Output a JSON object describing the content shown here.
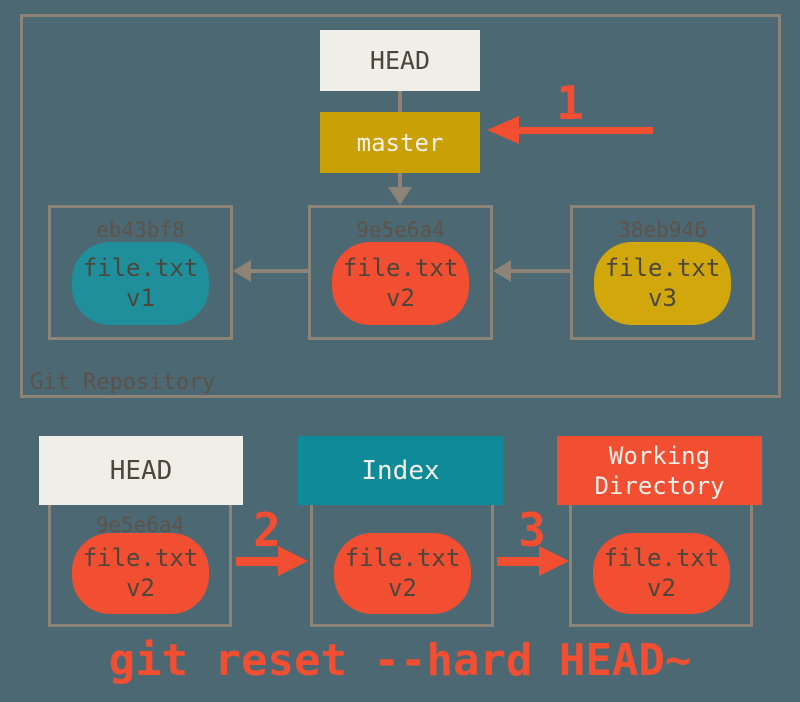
{
  "colors": {
    "background": "#4C6973",
    "line_gray": "#8B8477",
    "accent_red": "#F14E32",
    "teal_header": "#0F8A99",
    "teal_blob": "#1F909B",
    "gold_branch": "#C9A005",
    "gold_blob": "#D2A70B",
    "paper": "#EFEEE7",
    "dark_ink": "#4D463C",
    "hash_ink": "#5C5349"
  },
  "repository": {
    "label": "Git Repository",
    "head_label": "HEAD",
    "branch_label": "master",
    "commits": [
      {
        "hash": "eb43bf8",
        "file_line1": "file.txt",
        "file_line2": "v1"
      },
      {
        "hash": "9e5e6a4",
        "file_line1": "file.txt",
        "file_line2": "v2"
      },
      {
        "hash": "38eb946",
        "file_line1": "file.txt",
        "file_line2": "v3"
      }
    ]
  },
  "step_labels": {
    "step1": "1",
    "step2": "2",
    "step3": "3"
  },
  "trees": [
    {
      "title": "HEAD",
      "hash": "9e5e6a4",
      "file_line1": "file.txt",
      "file_line2": "v2"
    },
    {
      "title": "Index",
      "file_line1": "file.txt",
      "file_line2": "v2"
    },
    {
      "title": "Working Directory",
      "file_line1": "file.txt",
      "file_line2": "v2"
    }
  ],
  "command": "git reset --hard HEAD~"
}
